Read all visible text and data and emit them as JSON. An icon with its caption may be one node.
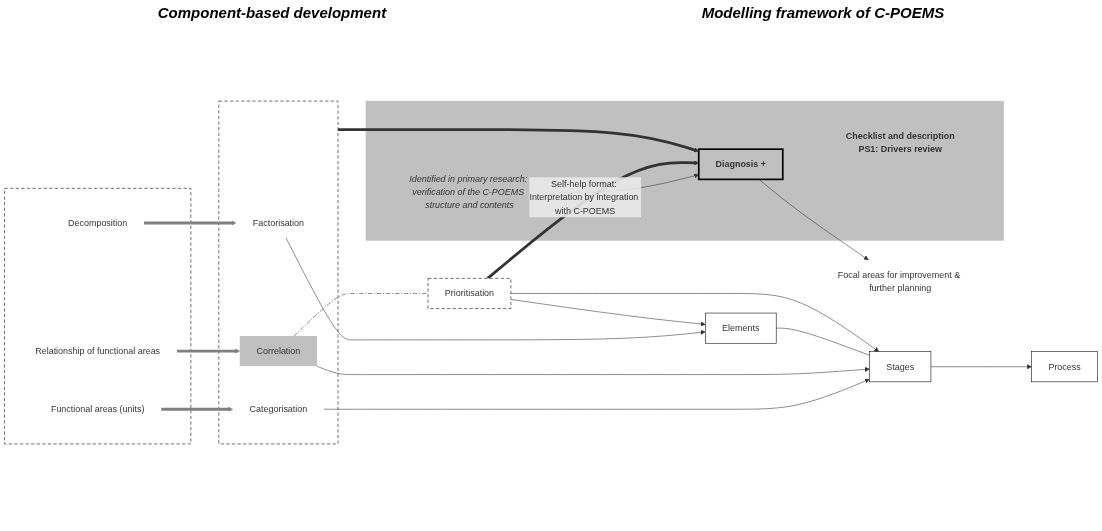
{
  "diagram": {
    "nodes": [
      {
        "text": [],
        "shape": "box"
      },
      {
        "text": [
          "Decomposition"
        ],
        "in": 0
      },
      {
        "text": [
          "Functional areas (units)"
        ],
        "in": 0
      },
      {
        "text": [
          "Relationship of functional areas"
        ],
        "in": 0
      },
      {
        "text": [],
        "shape": "box"
      },
      {
        "text": [
          "Factorisation"
        ],
        "in": 4
      },
      {
        "text": [
          "Categorisation"
        ],
        "in": 4
      },
      {
        "text": [
          "Correlation"
        ],
        "in": 4
      },
      {
        "text": [
          "Elements"
        ]
      },
      {
        "text": [
          "Stages"
        ]
      },
      {
        "text": [
          "Process"
        ]
      },
      {
        "text": [
          "Prioritisation"
        ]
      },
      {
        "text": [],
        "shape": "box"
      },
      {
        "text": [
          "Identified in primary research: verification of the C-POEMS structure and contents"
        ],
        "in": 12
      },
      {
        "text": [
          "Diagnosis +"
        ],
        "in": 12,
        "beside": [
          "Checklist and description",
          "PS1: Drivers review"
        ]
      },
      {
        "text": [
          "Focal areas for improvement & further planning"
        ]
      }
    ],
    "edges": [
      {
        "from": 1,
        "to": 5,
        "arrow": "to",
        "style": "thick",
        "color": "#808080"
      },
      {
        "from": 2,
        "to": 6,
        "arrow": "to",
        "style": "thick",
        "color": "#808080"
      },
      {
        "from": 3,
        "to": 7,
        "arrow": "to",
        "style": "thick",
        "color": "#808080"
      },
      {
        "from": 5,
        "to": 8,
        "arrow": "to"
      },
      {
        "from": 6,
        "to": 9,
        "arrow": "to"
      },
      {
        "from": 7,
        "to": 9,
        "arrow": "to"
      },
      {
        "from": 8,
        "to": 9,
        "arrow": "none"
      },
      {
        "from": 9,
        "to": 10,
        "arrow": "to"
      },
      {
        "from": 11,
        "to": 8,
        "arrow": "to"
      },
      {
        "from": 11,
        "to": 9,
        "arrow": "to"
      },
      {
        "from": 7,
        "to": 11,
        "arrow": "none",
        "style": "dashed"
      },
      {
        "from": 4,
        "to": 14,
        "arrow": "to",
        "style": "thick"
      },
      {
        "from": 13,
        "to": 14,
        "arrow": "to"
      },
      {
        "from": 11,
        "to": 14,
        "arrow": "to",
        "style": "thick",
        "label": "Self-help format: Interpretation by integration with C-POEMS"
      },
      {
        "from": 14,
        "to": 15,
        "arrow": "to"
      }
    ],
    "labels": [
      "Component-based development",
      "Modelling framework of C-POEMS"
    ]
  }
}
